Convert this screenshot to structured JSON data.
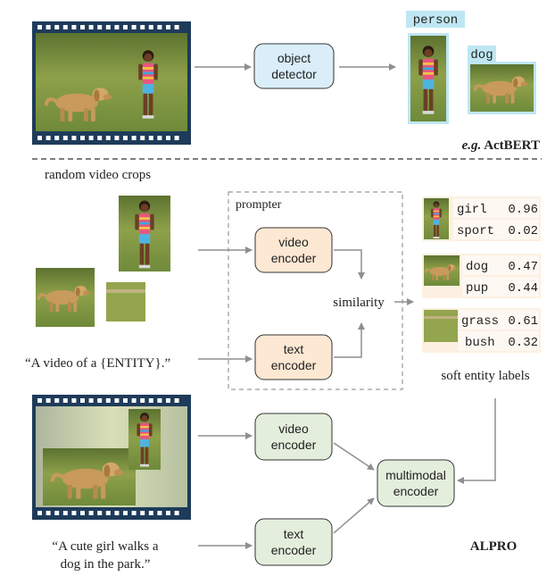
{
  "colors": {
    "detector_fill": "#d9eef9",
    "encoder_orange": "#fde9d3",
    "encoder_green": "#e4eedc",
    "label_bg": "#bfe6f3",
    "film": "#1e3b5a",
    "arrow": "#8f8f8f"
  },
  "top": {
    "detector_label_1": "object",
    "detector_label_2": "detector",
    "tag_person": "person",
    "tag_dog": "dog",
    "method_eg": "e.g.",
    "method_name": "ActBERT"
  },
  "middle": {
    "crops_caption": "random video crops",
    "prompter_label": "prompter",
    "video_encoder_1": "video",
    "video_encoder_2": "encoder",
    "text_encoder_1": "text",
    "text_encoder_2": "encoder",
    "similarity": "similarity",
    "prompt_text": "“A video of a {ENTITY}.”",
    "soft_labels_caption": "soft entity labels",
    "entity_labels": [
      {
        "name": "girl",
        "score": "0.96"
      },
      {
        "name": "sport",
        "score": "0.02"
      },
      {
        "name": "dog",
        "score": "0.47"
      },
      {
        "name": "pup",
        "score": "0.44"
      },
      {
        "name": "grass",
        "score": "0.61"
      },
      {
        "name": "bush",
        "score": "0.32"
      }
    ]
  },
  "bottom": {
    "video_encoder_1": "video",
    "video_encoder_2": "encoder",
    "text_encoder_1": "text",
    "text_encoder_2": "encoder",
    "multimodal_1": "multimodal",
    "multimodal_2": "encoder",
    "caption_line_1": "“A cute girl walks a",
    "caption_line_2": "dog in the park.”",
    "method_name": "ALPRO"
  }
}
